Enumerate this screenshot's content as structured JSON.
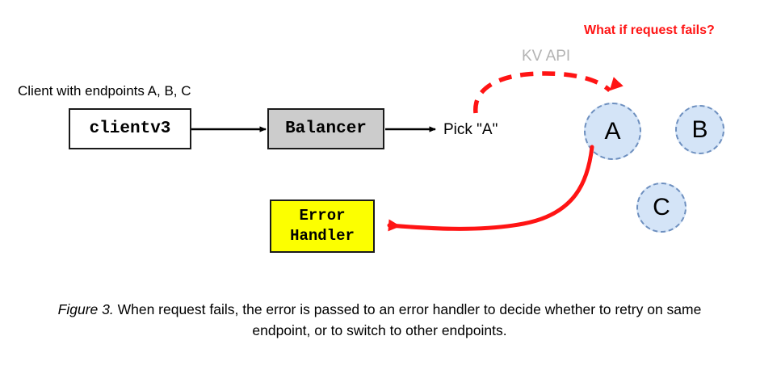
{
  "diagram": {
    "labels": {
      "client_endpoints": "Client with endpoints A, B, C",
      "pick_a": "Pick \"A\"",
      "kv_api": "KV API",
      "what_if_request_fails": "What if request fails?"
    },
    "boxes": {
      "clientv3": "clientv3",
      "balancer": "Balancer",
      "error_handler_line1": "Error",
      "error_handler_line2": "Handler"
    },
    "endpoints": [
      {
        "id": "a",
        "label": "A"
      },
      {
        "id": "b",
        "label": "B"
      },
      {
        "id": "c",
        "label": "C"
      }
    ],
    "colors": {
      "error_handler_fill": "#fcff00",
      "balancer_fill": "#cccccc",
      "endpoint_fill": "#d4e4f7",
      "endpoint_stroke": "#6d8fbf",
      "alert_red": "#ff1414",
      "kv_api_gray": "#b3b3b3",
      "stroke_black": "#1a1a1a"
    }
  },
  "caption": {
    "figure_number": "Figure 3.",
    "line1": " When request fails, the error is passed to an error handler to decide",
    "line2": "whether to retry on same endpoint, or to switch to other endpoints."
  }
}
